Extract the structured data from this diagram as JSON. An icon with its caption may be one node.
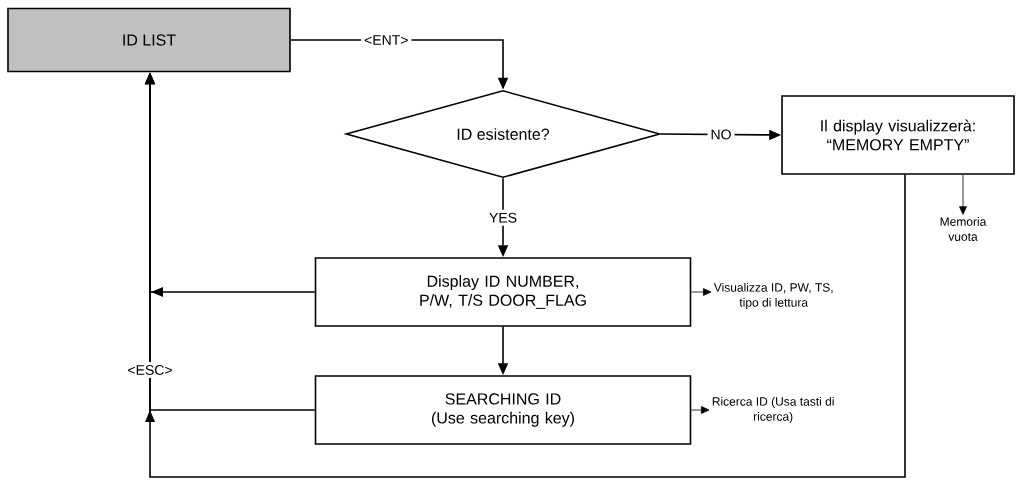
{
  "diagram": {
    "nodes": [
      {
        "text": [
          "ID LIST"
        ]
      },
      {
        "text": [
          "ID esistente?"
        ]
      },
      {
        "text": [
          "Il display visualizzerà: “MEMORY EMPTY”"
        ]
      },
      {
        "text": [
          "Display ID NUMBER, P/W, T/S DOOR_FLAG"
        ]
      },
      {
        "text": [
          "SEARCHING ID (Use searching key)"
        ]
      },
      {
        "text": [
          "Memoria vuota"
        ]
      },
      {
        "text": [
          "Visualizza ID, PW, TS, tipo di lettura"
        ]
      },
      {
        "text": [
          "Ricerca ID (Usa tasti di ricerca)"
        ]
      }
    ],
    "edges": [
      {
        "from": 0,
        "to": 1,
        "arrow": "to",
        "label": "<ENT>"
      },
      {
        "from": 1,
        "to": 2,
        "arrow": "to",
        "label": "NO"
      },
      {
        "from": 1,
        "to": 3,
        "arrow": "to",
        "label": "YES"
      },
      {
        "from": 3,
        "to": 4,
        "arrow": "to"
      },
      {
        "from": 3,
        "to": 0,
        "arrow": "to"
      },
      {
        "from": 4,
        "to": 0,
        "arrow": "to",
        "label": "<ESC>"
      },
      {
        "from": 2,
        "to": 0,
        "arrow": "to"
      },
      {
        "from": 2,
        "to": 5,
        "arrow": "to"
      },
      {
        "from": 3,
        "to": 6,
        "arrow": "to"
      },
      {
        "from": 4,
        "to": 7,
        "arrow": "to"
      }
    ]
  }
}
